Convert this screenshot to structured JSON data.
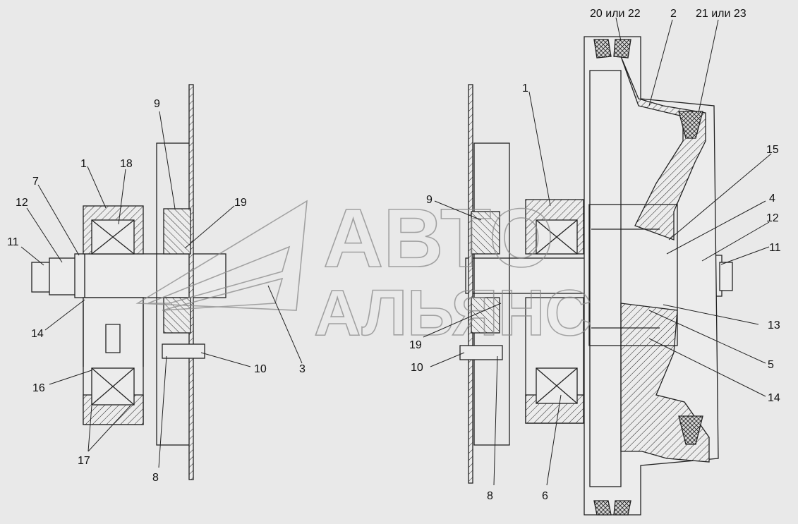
{
  "watermark": {
    "line1": "АВТО",
    "line2": "АЛЬЯНС"
  },
  "colors": {
    "background": "#e9e9e9",
    "line": "#222222",
    "watermark": "#8a8a8a"
  },
  "callouts": {
    "left": [
      "1",
      "18",
      "7",
      "12",
      "11",
      "9",
      "19",
      "14",
      "16",
      "17",
      "10",
      "3",
      "8"
    ],
    "right": [
      "20 или 22",
      "2",
      "21 или 23",
      "1",
      "9",
      "15",
      "4",
      "12",
      "11",
      "13",
      "5",
      "14",
      "19",
      "10",
      "8",
      "6"
    ]
  }
}
